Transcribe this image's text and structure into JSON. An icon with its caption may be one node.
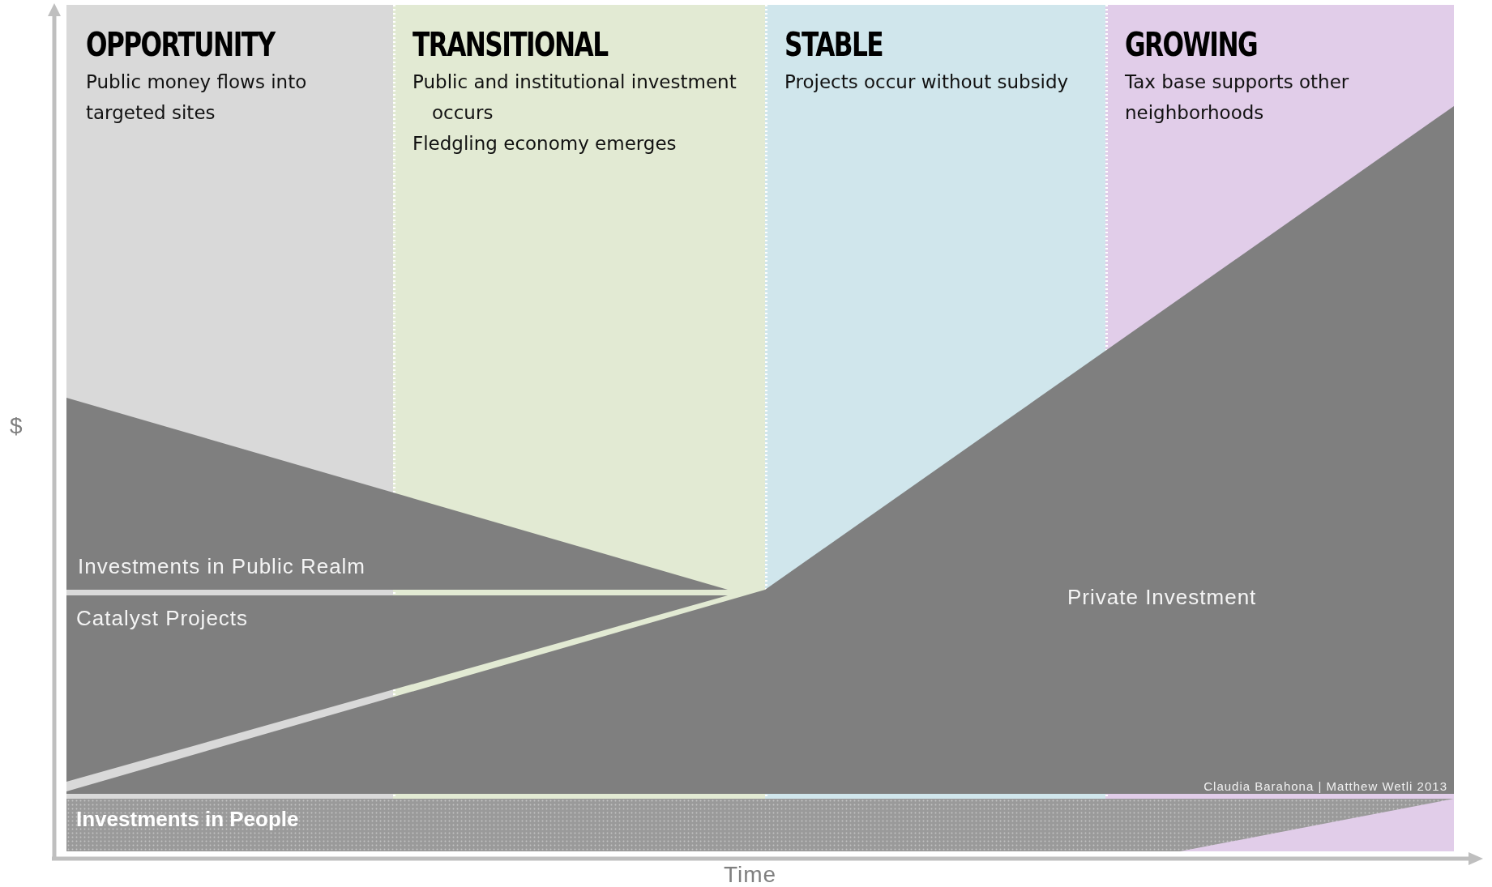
{
  "diagram": {
    "nodes": [
      {
        "text": [
          "OPPORTUNITY",
          "Public money flows into targeted sites"
        ]
      },
      {
        "text": [
          "TRANSITIONAL",
          "Public and institutional investment occurs",
          "Fledgling economy emerges"
        ]
      },
      {
        "text": [
          "STABLE",
          "Projects occur without subsidy"
        ]
      },
      {
        "text": [
          "GROWING",
          "Tax base supports other neighborhoods"
        ]
      },
      {
        "text": [
          "Investments in Public Realm"
        ]
      },
      {
        "text": [
          "Catalyst Projects"
        ]
      },
      {
        "text": [
          "Private Investment"
        ]
      },
      {
        "text": [
          "Investments in People"
        ]
      }
    ],
    "edges": [],
    "labels": [
      "$",
      "Claudia Barahona | Matthew Wetli 2013",
      "Time"
    ]
  }
}
